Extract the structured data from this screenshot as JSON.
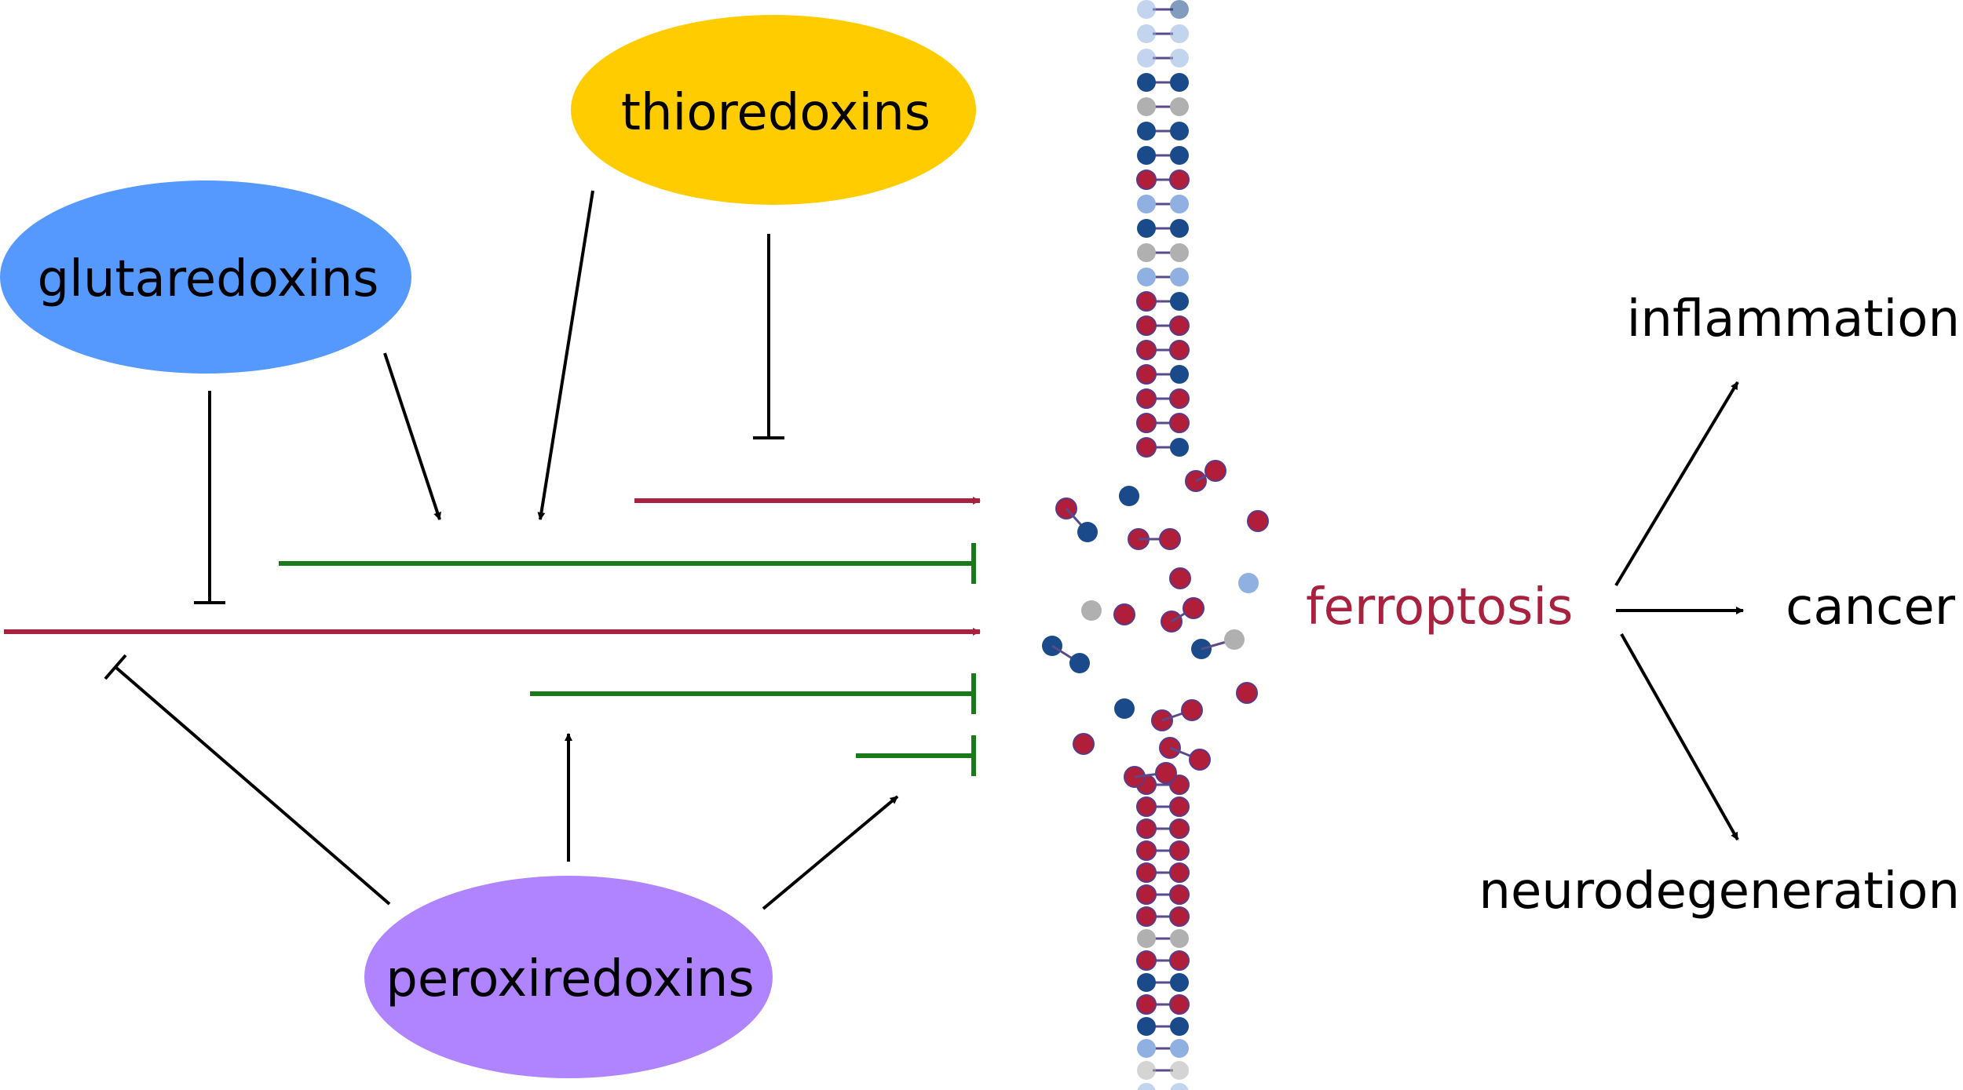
{
  "nodes": {
    "thioredoxins": {
      "label": "thioredoxins",
      "color": "#FFCC00"
    },
    "glutaredoxins": {
      "label": "glutaredoxins",
      "color": "#5599FF"
    },
    "peroxiredoxins": {
      "label": "peroxiredoxins",
      "color": "#B083FF"
    }
  },
  "center": {
    "label": "ferroptosis",
    "color": "#A8223F"
  },
  "outcomes": {
    "inflammation": "inflammation",
    "cancer": "cancer",
    "neurodegeneration": "neurodegeneration"
  },
  "colors": {
    "promote": "#A8223F",
    "inhibit": "#1A7A1A",
    "regulate": "#000000",
    "lipid_red": "#B01E3A",
    "lipid_navy": "#1A4A8A",
    "lipid_lightblue": "#8FB0E0",
    "lipid_gray": "#B0B0B0"
  }
}
